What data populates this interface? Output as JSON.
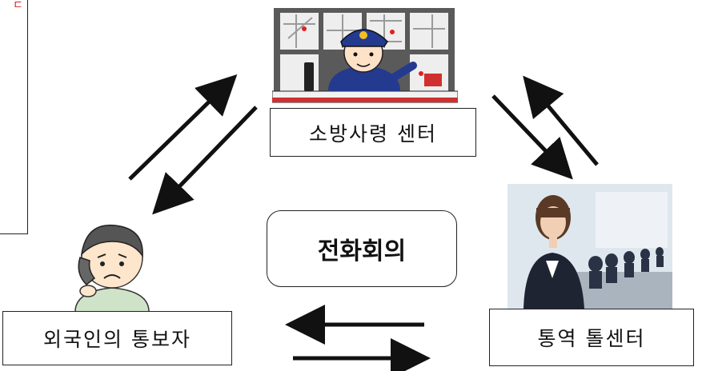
{
  "corner_mark": "ㄷ",
  "nodes": {
    "fire_command": {
      "label": "소방사령 센터",
      "icon": "fire-dispatcher-icon"
    },
    "interpreter": {
      "label": "통역 톨센터",
      "icon": "interpreter-operator-icon"
    },
    "foreign_reporter": {
      "label": "외국인의 통보자",
      "icon": "worried-caller-icon"
    }
  },
  "center_label": "전화회의",
  "colors": {
    "ink": "#111111",
    "accent": "#e02020",
    "monitor": "#5a5a5a",
    "uniform": "#233a8f"
  }
}
